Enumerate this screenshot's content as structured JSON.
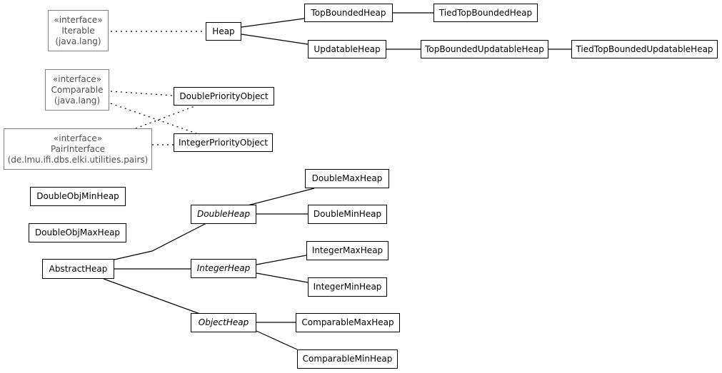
{
  "nodes": {
    "iterable": {
      "stereotype": "«interface»",
      "name": "Iterable",
      "package": "(java.lang)"
    },
    "heap": {
      "name": "Heap"
    },
    "topBoundedHeap": {
      "name": "TopBoundedHeap"
    },
    "tiedTopBoundedHeap": {
      "name": "TiedTopBoundedHeap"
    },
    "updatableHeap": {
      "name": "UpdatableHeap"
    },
    "topBoundedUpdatableHeap": {
      "name": "TopBoundedUpdatableHeap"
    },
    "tiedTopBoundedUpdatableHeap": {
      "name": "TiedTopBoundedUpdatableHeap"
    },
    "comparable": {
      "stereotype": "«interface»",
      "name": "Comparable",
      "package": "(java.lang)"
    },
    "doublePriorityObject": {
      "name": "DoublePriorityObject"
    },
    "pairInterface": {
      "stereotype": "«interface»",
      "name": "PairInterface",
      "package": "(de.lmu.ifi.dbs.elki.utilities.pairs)"
    },
    "integerPriorityObject": {
      "name": "IntegerPriorityObject"
    },
    "doubleMaxHeap": {
      "name": "DoubleMaxHeap"
    },
    "doubleObjMinHeap": {
      "name": "DoubleObjMinHeap"
    },
    "doubleHeap": {
      "name": "DoubleHeap"
    },
    "doubleMinHeap": {
      "name": "DoubleMinHeap"
    },
    "doubleObjMaxHeap": {
      "name": "DoubleObjMaxHeap"
    },
    "integerMaxHeap": {
      "name": "IntegerMaxHeap"
    },
    "abstractHeap": {
      "name": "AbstractHeap"
    },
    "integerHeap": {
      "name": "IntegerHeap"
    },
    "integerMinHeap": {
      "name": "IntegerMinHeap"
    },
    "comparableMaxHeap": {
      "name": "ComparableMaxHeap"
    },
    "objectHeap": {
      "name": "ObjectHeap"
    },
    "comparableMinHeap": {
      "name": "ComparableMinHeap"
    }
  },
  "colors": {
    "line": "#000000",
    "interface_border": "#808080",
    "interface_text": "#505050",
    "background": "#ffffff"
  }
}
